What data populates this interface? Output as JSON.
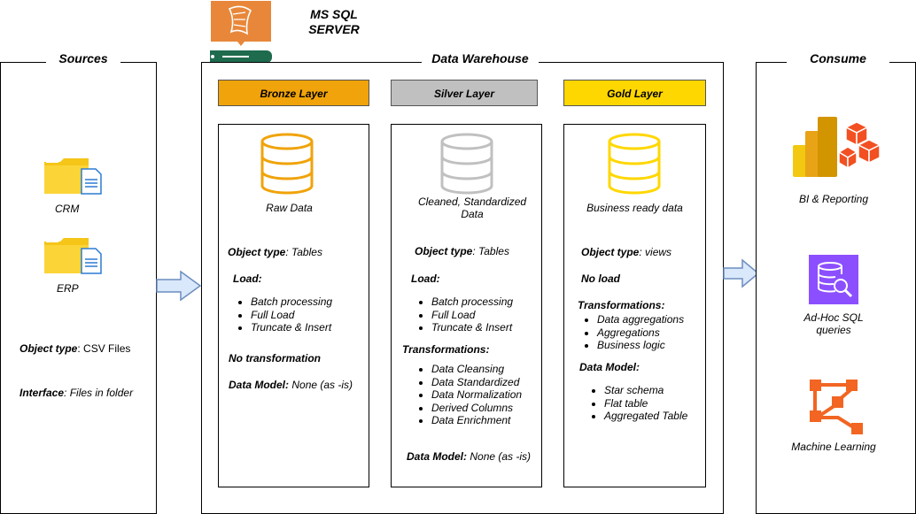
{
  "server": {
    "name_line1": "MS SQL",
    "name_line2": "SERVER"
  },
  "sources": {
    "title": "Sources",
    "items": [
      {
        "label": "CRM"
      },
      {
        "label": "ERP"
      }
    ],
    "object_type_label": "Object type",
    "object_type_value": ": CSV Files",
    "interface_label": "Interface",
    "interface_value": ": Files in folder"
  },
  "warehouse": {
    "title": "Data Warehouse",
    "bronze": {
      "header": "Bronze Layer",
      "description": "Raw Data",
      "object_type_label": "Object type",
      "object_type_value": ": Tables",
      "load_label": "Load:",
      "load_items": [
        "Batch processing",
        "Full Load",
        "Truncate & Insert"
      ],
      "transform_label": "No transformation",
      "data_model_label": "Data Model:",
      "data_model_value": " None (as -is)"
    },
    "silver": {
      "header": "Silver Layer",
      "description_line1": "Cleaned, Standardized",
      "description_line2": "Data",
      "object_type_label": "Object type",
      "object_type_value": ": Tables",
      "load_label": "Load:",
      "load_items": [
        "Batch processing",
        "Full Load",
        "Truncate & Insert"
      ],
      "transform_label": "Transformations:",
      "transform_items": [
        "Data Cleansing",
        "Data Standardized",
        "Data Normalization",
        "Derived Columns",
        "Data Enrichment"
      ],
      "data_model_label": "Data Model:",
      "data_model_value": " None (as -is)"
    },
    "gold": {
      "header": "Gold Layer",
      "description": "Business ready data",
      "object_type_label": "Object type",
      "object_type_value": ": views",
      "load_label": "No load",
      "transform_label": "Transformations:",
      "transform_items": [
        "Data aggregations",
        "Aggregations",
        "Business logic"
      ],
      "data_model_label": "Data Model:",
      "data_model_items": [
        "Star schema",
        "Flat table",
        "Aggregated Table"
      ]
    }
  },
  "consume": {
    "title": "Consume",
    "items": [
      {
        "label": "BI & Reporting"
      },
      {
        "label_line1": "Ad-Hoc SQL",
        "label_line2": "queries"
      },
      {
        "label": "Machine Learning"
      }
    ]
  },
  "colors": {
    "bronze": "#F0A30A",
    "silver": "#C0C0C0",
    "gold": "#FFD700",
    "server_orange": "#E8873A",
    "server_green": "#1E6B4E",
    "folder": "#F5C518",
    "arrow_fill": "#DAE8FC",
    "arrow_stroke": "#6C8EBF",
    "adhoc_purple": "#8C4FFF",
    "ml_orange": "#F26522"
  },
  "icons": {
    "server": "sql-server-icon",
    "folder": "folder-document-icon",
    "database": "database-cylinder-icon",
    "bi": "power-bi-icon",
    "adhoc": "database-search-icon",
    "ml": "machine-learning-icon"
  }
}
